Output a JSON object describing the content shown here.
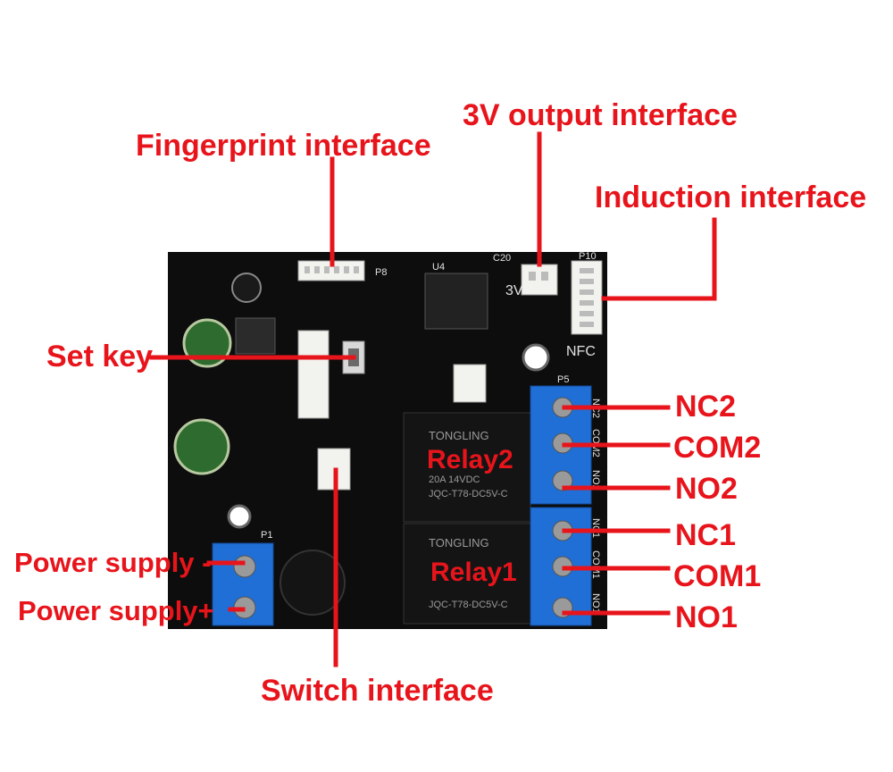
{
  "labels": {
    "fingerprint": "Fingerprint interface",
    "output3v": "3V output interface",
    "induction": "Induction interface",
    "set_key": "Set key",
    "nc2": "NC2",
    "com2": "COM2",
    "no2": "NO2",
    "nc1": "NC1",
    "com1": "COM1",
    "no1": "NO1",
    "power_minus": "Power supply -",
    "power_plus": "Power supply+",
    "switch": "Switch interface",
    "relay2": "Relay2",
    "relay1": "Relay1"
  },
  "board": {
    "relay_brand": "TONGLING",
    "relay_model": "JQC-T78-DC5V-C",
    "relay_rating": "20A 14VDC",
    "silk_nfc": "NFC",
    "silk_3v": "3V",
    "silk_p10": "P10",
    "silk_p5": "P5",
    "silk_p1": "P1",
    "silk_u4": "U4",
    "silk_c20": "C20",
    "silk_p8": "P8",
    "silk_nc2": "NC2",
    "silk_com2": "COM2",
    "silk_no2": "NO2",
    "silk_nc1": "NC1",
    "silk_com1": "COM1",
    "silk_no1": "NO1"
  },
  "colors": {
    "label": "#e8141b",
    "pcb": "#0d0d0d",
    "terminal": "#1f6fd6",
    "relay": "#141414",
    "connector": "#f2f2ee"
  }
}
